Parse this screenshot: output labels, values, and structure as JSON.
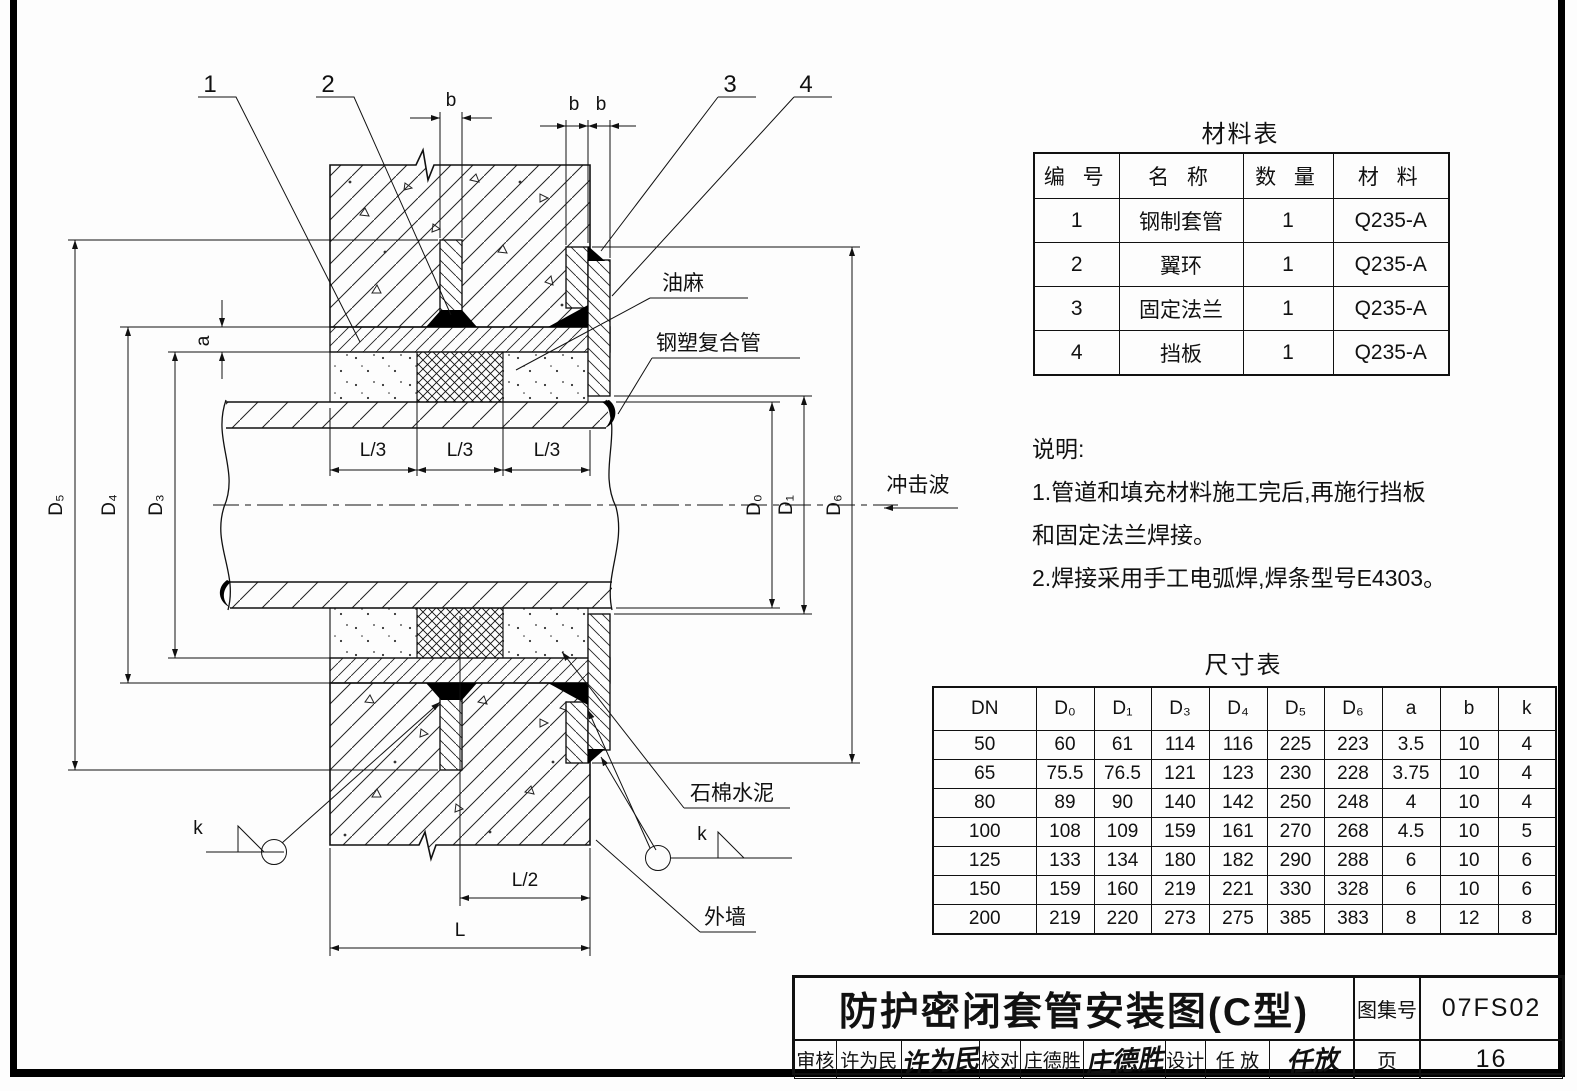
{
  "drawing": {
    "callout_1": "1",
    "callout_2": "2",
    "callout_3": "3",
    "callout_4": "4",
    "dim_b1": "b",
    "dim_b2": "b",
    "dim_b3": "b",
    "dim_a": "a",
    "dim_k_left": "k",
    "dim_k_right": "k",
    "dim_l3_1": "L/3",
    "dim_l3_2": "L/3",
    "dim_l3_3": "L/3",
    "dim_l2": "L/2",
    "dim_l": "L",
    "dim_d0": "D₀",
    "dim_d1": "D₁",
    "dim_d3": "D₃",
    "dim_d4": "D₄",
    "dim_d5": "D₅",
    "dim_d6": "D₆",
    "label_oakum": "油麻",
    "label_composite_pipe": "钢塑复合管",
    "label_asbestos_cement": "石棉水泥",
    "label_outer_wall": "外墙",
    "label_shock_wave": "冲击波"
  },
  "material_table": {
    "title": "材料表",
    "headers": [
      "编 号",
      "名 称",
      "数 量",
      "材 料"
    ],
    "rows": [
      [
        "1",
        "钢制套管",
        "1",
        "Q235-A"
      ],
      [
        "2",
        "翼环",
        "1",
        "Q235-A"
      ],
      [
        "3",
        "固定法兰",
        "1",
        "Q235-A"
      ],
      [
        "4",
        "挡板",
        "1",
        "Q235-A"
      ]
    ]
  },
  "notes": {
    "lines": [
      "说明:",
      "1.管道和填充材料施工完后,再施行挡板",
      "和固定法兰焊接。",
      "2.焊接采用手工电弧焊,焊条型号E4303。"
    ]
  },
  "size_table": {
    "title": "尺寸表",
    "headers": [
      "DN",
      "D₀",
      "D₁",
      "D₃",
      "D₄",
      "D₅",
      "D₆",
      "a",
      "b",
      "k"
    ],
    "rows": [
      [
        "50",
        "60",
        "61",
        "114",
        "116",
        "225",
        "223",
        "3.5",
        "10",
        "4"
      ],
      [
        "65",
        "75.5",
        "76.5",
        "121",
        "123",
        "230",
        "228",
        "3.75",
        "10",
        "4"
      ],
      [
        "80",
        "89",
        "90",
        "140",
        "142",
        "250",
        "248",
        "4",
        "10",
        "4"
      ],
      [
        "100",
        "108",
        "109",
        "159",
        "161",
        "270",
        "268",
        "4.5",
        "10",
        "5"
      ],
      [
        "125",
        "133",
        "134",
        "180",
        "182",
        "290",
        "288",
        "6",
        "10",
        "6"
      ],
      [
        "150",
        "159",
        "160",
        "219",
        "221",
        "330",
        "328",
        "6",
        "10",
        "6"
      ],
      [
        "200",
        "219",
        "220",
        "273",
        "275",
        "385",
        "383",
        "8",
        "12",
        "8"
      ]
    ]
  },
  "title_block": {
    "title": "防护密闭套管安装图(C型)",
    "atlas_label": "图集号",
    "atlas_no": "07FS02",
    "page_label": "页",
    "page_no": "16",
    "audit_label": "审核",
    "auditor": "许为民",
    "audit_sig": "许为民",
    "check_label": "校对",
    "checker": "庄德胜",
    "check_sig": "庄德胜",
    "design_label": "设计",
    "designer": "任 放",
    "design_sig": "任放"
  }
}
